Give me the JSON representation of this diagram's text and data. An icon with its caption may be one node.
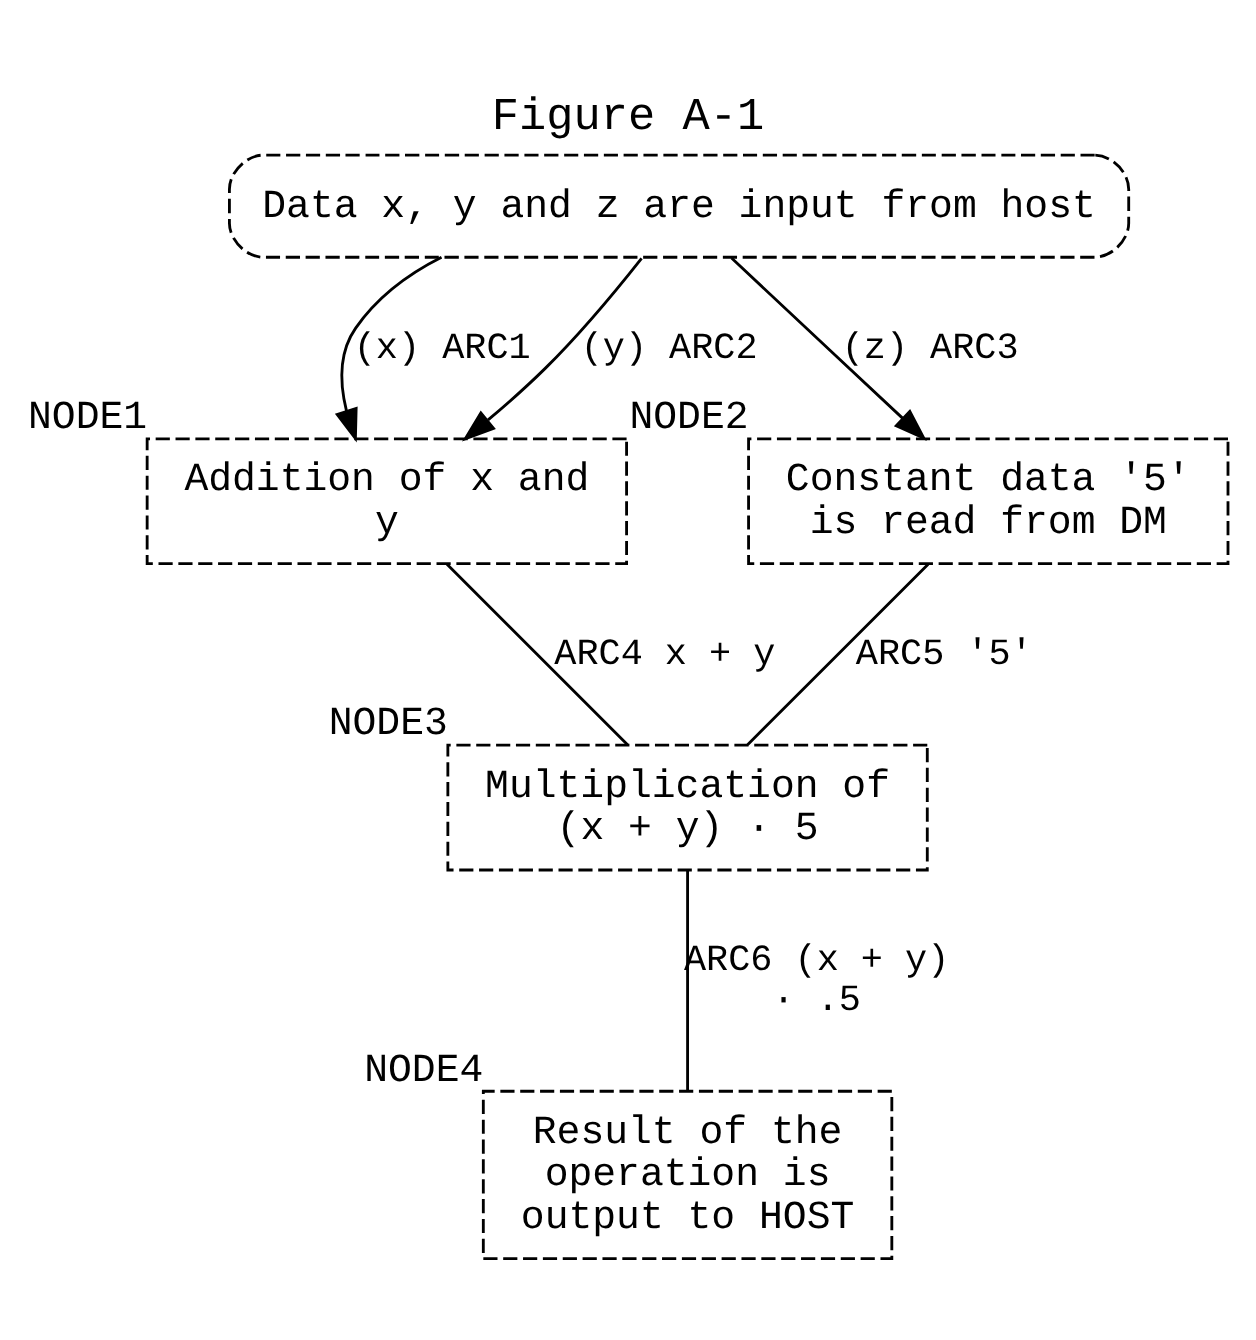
{
  "diagram": {
    "title": "Figure A-1",
    "nodes": [
      {
        "text": [
          "Data x, y and z are input from host"
        ]
      },
      {
        "text": [
          "Addition of x and y"
        ],
        "beside": [
          "NODE1"
        ]
      },
      {
        "text": [
          "Constant data '5' is read from DM"
        ],
        "beside": [
          "NODE2"
        ]
      },
      {
        "text": [
          "Multiplication of (x + y) · 5"
        ],
        "beside": [
          "NODE3"
        ]
      },
      {
        "text": [
          "Result of the operation is output to HOST"
        ],
        "beside": [
          "NODE4"
        ]
      }
    ],
    "edges": [
      {
        "from": 0,
        "to": 1,
        "arrow": "to",
        "label": "(x) ARC1"
      },
      {
        "from": 0,
        "to": 1,
        "arrow": "to",
        "label": "(y) ARC2"
      },
      {
        "from": 0,
        "to": 2,
        "arrow": "to",
        "label": "(z) ARC3"
      },
      {
        "from": 1,
        "to": 3,
        "arrow": "none",
        "label": "ARC4 x + y"
      },
      {
        "from": 2,
        "to": 3,
        "arrow": "none",
        "label": "ARC5 '5'"
      },
      {
        "from": 3,
        "to": 4,
        "arrow": "none",
        "label": "ARC6 (x + y) · .5"
      }
    ]
  }
}
